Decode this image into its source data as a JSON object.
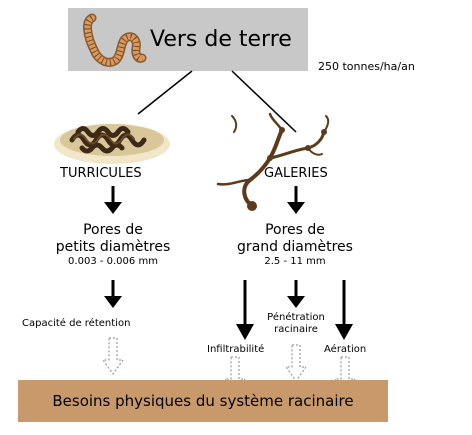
{
  "header": {
    "title": "Vers de terre",
    "rate": "250 tonnes/ha/an"
  },
  "branches": {
    "left": {
      "heading": "TURRICULES",
      "pores_line1": "Pores de",
      "pores_line2": "petits diamètres",
      "pores_range": "0.003 - 0.006 mm",
      "effect": "Capacité de rétention"
    },
    "right": {
      "heading": "GALERIES",
      "pores_line1": "Pores de",
      "pores_line2": "grand diamètres",
      "pores_range": "2.5 - 11 mm",
      "effects": {
        "infiltration": "Infiltrabilité",
        "penetration_line1": "Pénétration",
        "penetration_line2": "racinaire",
        "aeration": "Aération"
      }
    }
  },
  "footer": {
    "text": "Besoins physiques du système racinaire"
  },
  "colors": {
    "title_box": "#c8c8c8",
    "footer_box": "#c8996a",
    "worm": "#c98a4e",
    "castings": "#4a3520",
    "gallery": "#5c3a1c"
  },
  "icons": [
    "earthworm-icon",
    "castings-image",
    "gallery-image"
  ]
}
